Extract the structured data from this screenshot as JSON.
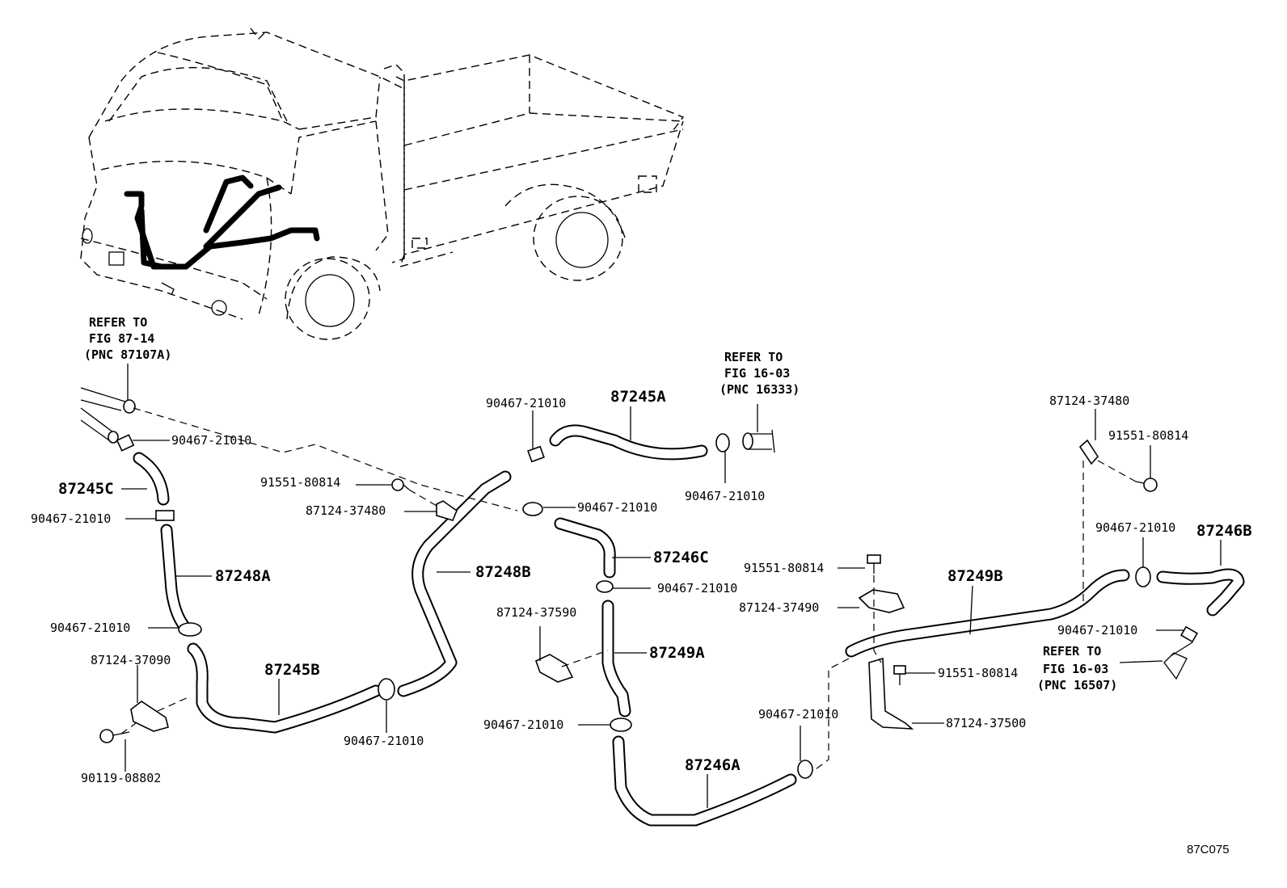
{
  "figure_code": "87C075",
  "references": [
    {
      "id": "ref1",
      "lines": [
        "REFER TO",
        "FIG 87-14",
        "(PNC 87107A)"
      ]
    },
    {
      "id": "ref2",
      "lines": [
        "REFER TO",
        "FIG 16-03",
        "(PNC 16333)"
      ]
    },
    {
      "id": "ref3",
      "lines": [
        "REFER TO",
        "FIG 16-03",
        "(PNC 16507)"
      ]
    }
  ],
  "hoses": {
    "h87245A": "87245A",
    "h87245B": "87245B",
    "h87245C": "87245C",
    "h87246A": "87246A",
    "h87246B": "87246B",
    "h87246C": "87246C",
    "h87248A": "87248A",
    "h87248B": "87248B",
    "h87249A": "87249A",
    "h87249B": "87249B"
  },
  "parts": {
    "clamp": "90467-21010",
    "bolt_91551": "91551-80814",
    "clamp_37480": "87124-37480",
    "clamp_37490": "87124-37490",
    "clamp_37590": "87124-37590",
    "clamp_37090": "87124-37090",
    "clamp_37500": "87124-37500",
    "bolt_90119": "90119-08802"
  }
}
